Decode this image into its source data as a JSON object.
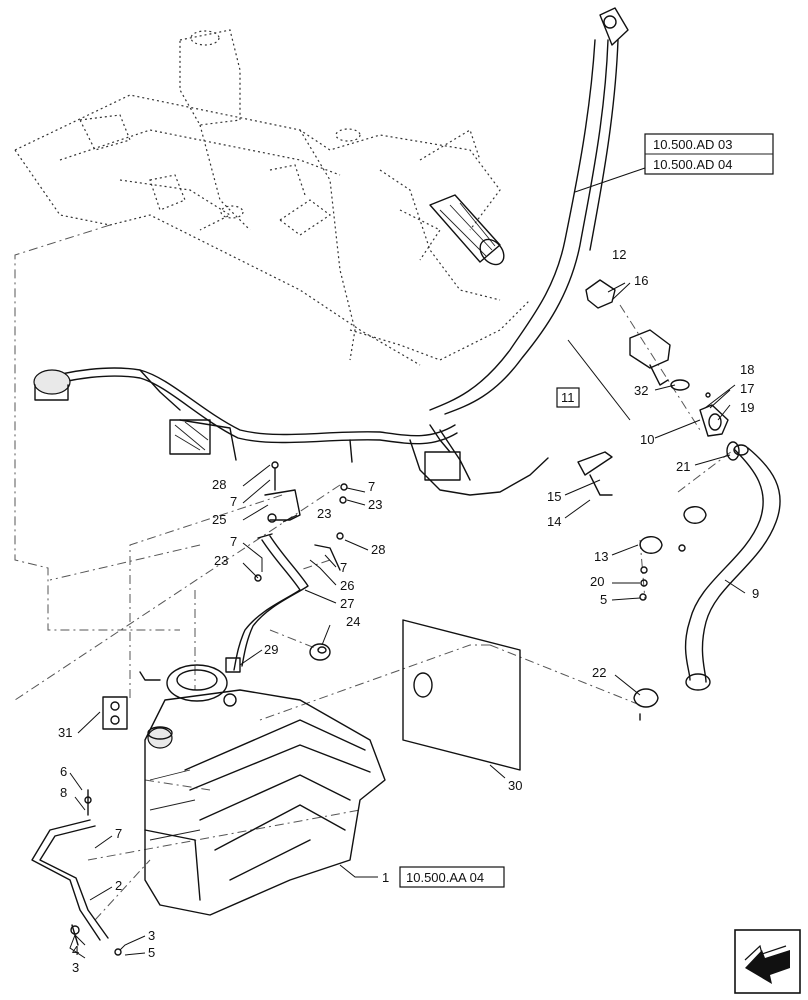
{
  "callouts": {
    "c1": "1",
    "c2": "2",
    "c3a": "3",
    "c3b": "3",
    "c4": "4",
    "c5a": "5",
    "c5b": "5",
    "c6": "6",
    "c7a": "7",
    "c7b": "7",
    "c7c": "7",
    "c7d": "7",
    "c7e": "7",
    "c8": "8",
    "c9": "9",
    "c10": "10",
    "c11": "11",
    "c12": "12",
    "c13": "13",
    "c14": "14",
    "c15": "15",
    "c16": "16",
    "c17": "17",
    "c18": "18",
    "c19": "19",
    "c20": "20",
    "c21": "21",
    "c22": "22",
    "c23a": "23",
    "c23b": "23",
    "c23c": "23",
    "c24": "24",
    "c25": "25",
    "c26": "26",
    "c27": "27",
    "c28a": "28",
    "c28b": "28",
    "c29": "29",
    "c30": "30",
    "c31": "31",
    "c32": "32"
  },
  "references": {
    "ref_ad03": "10.500.AD 03",
    "ref_ad04": "10.500.AD 04",
    "ref_aa04": "10.500.AA 04"
  },
  "nav_icon": "arrow-navigation-icon"
}
